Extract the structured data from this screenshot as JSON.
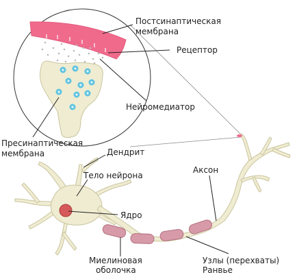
{
  "labels": {
    "postsynaptic_membrane_line1": "Постсинаптическая",
    "postsynaptic_membrane_line2": "мембрана",
    "receptor": "Рецептор",
    "neurotransmitter": "Нейромедиатор",
    "presynaptic_membrane_line1": "Пресинаптическая",
    "presynaptic_membrane_line2": "мембрана",
    "dendrite": "Дендрит",
    "cell_body": "Тело нейрона",
    "axon": "Аксон",
    "nucleus": "Ядро",
    "myelin_sheath_line1": "Миелиновая",
    "myelin_sheath_line2": "оболочка",
    "nodes_line1": "Узлы (перехваты)",
    "nodes_line2": "Ранвье"
  },
  "colors": {
    "postsynaptic_membrane": "#f06a8c",
    "neuron_body": "#efecd2",
    "neuron_outline": "#c9c49e",
    "myelin": "#d79aa8",
    "myelin_outline": "#b3707f",
    "nucleus": "#d65a5a",
    "vesicle": "#5fc3df",
    "receptor_dots": "#b9b9b9",
    "leader_lines": "#222222"
  }
}
